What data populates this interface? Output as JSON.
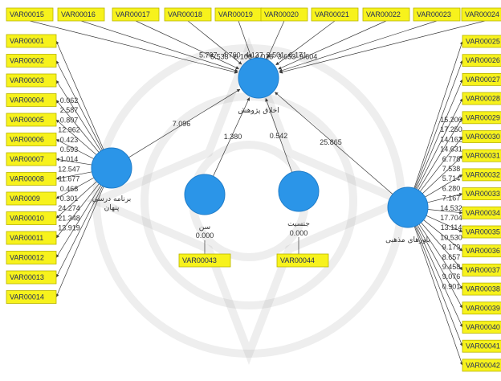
{
  "colors": {
    "indicator_fill": "#f7f21c",
    "latent_fill": "#2b95e8",
    "edge": "#3a3a3a"
  },
  "latent_variables": {
    "ethics": {
      "name": "اخلاق پژوهش"
    },
    "curriculum": {
      "name": "برنامه درسی\nپنهان"
    },
    "age": {
      "name": "سن",
      "r2": "0.000"
    },
    "gender": {
      "name": "جنسیت",
      "r2": "0.000"
    },
    "religion": {
      "name": "باورهای مذهبی"
    }
  },
  "top_indicators": [
    {
      "name": "VAR00015",
      "coef": "5.797"
    },
    {
      "name": "VAR00016",
      "coef": "5.533"
    },
    {
      "name": "VAR00017",
      "coef": "4.760"
    },
    {
      "name": "VAR00018",
      "coef": "6.106"
    },
    {
      "name": "VAR00019",
      "coef": "4.137"
    },
    {
      "name": "VAR00020",
      "coef": "4.028"
    },
    {
      "name": "VAR00021",
      "coef": "3.501"
    },
    {
      "name": "VAR00022",
      "coef": "3.653"
    },
    {
      "name": "VAR00023",
      "coef": "6.171"
    },
    {
      "name": "VAR00024",
      "coef": "9.604"
    }
  ],
  "left_indicators": [
    {
      "name": "VAR00001",
      "coef": "0.062"
    },
    {
      "name": "VAR00002",
      "coef": "2.587"
    },
    {
      "name": "VAR00003",
      "coef": "0.807"
    },
    {
      "name": "VAR00004",
      "coef": "12.962"
    },
    {
      "name": "VAR00005",
      "coef": "0.423"
    },
    {
      "name": "VAR00006",
      "coef": "0.593"
    },
    {
      "name": "VAR00007",
      "coef": "1.014"
    },
    {
      "name": "VAR00008",
      "coef": "12.547"
    },
    {
      "name": "VAR0009",
      "coef": "11.677"
    },
    {
      "name": "VAR00010",
      "coef": "0.468"
    },
    {
      "name": "VAR00011",
      "coef": "0.301"
    },
    {
      "name": "VAR00012",
      "coef": "24.274"
    },
    {
      "name": "VAR00013",
      "coef": "21.348"
    },
    {
      "name": "VAR00014",
      "coef": "13.919"
    }
  ],
  "right_indicators": [
    {
      "name": "VAR00025",
      "coef": "15.200"
    },
    {
      "name": "VAR00026",
      "coef": "17.250"
    },
    {
      "name": "VAR00027",
      "coef": "14.162"
    },
    {
      "name": "VAR00028",
      "coef": "14.631"
    },
    {
      "name": "VAR00029",
      "coef": "6.778"
    },
    {
      "name": "VAR00030",
      "coef": "7.538"
    },
    {
      "name": "VAR00031",
      "coef": "5.714"
    },
    {
      "name": "VAR00032",
      "coef": "6.280"
    },
    {
      "name": "VAR00033",
      "coef": "7.167"
    },
    {
      "name": "VAR00034",
      "coef": "14.532"
    },
    {
      "name": "VAR00035",
      "coef": "17.704"
    },
    {
      "name": "VAR00036",
      "coef": "13.114"
    },
    {
      "name": "VAR00037",
      "coef": "10.530"
    },
    {
      "name": "VAR00038",
      "coef": "9.179"
    },
    {
      "name": "VAR00039",
      "coef": "8.657"
    },
    {
      "name": "VAR00040",
      "coef": "9.458"
    },
    {
      "name": "VAR00041",
      "coef": "9.076"
    },
    {
      "name": "VAR00042",
      "coef": "0.901"
    }
  ],
  "single_indicators": [
    {
      "name": "VAR00043"
    },
    {
      "name": "VAR00044"
    }
  ],
  "paths": [
    {
      "from": "curriculum",
      "to": "ethics",
      "coef": "7.096"
    },
    {
      "from": "age",
      "to": "ethics",
      "coef": "1.380"
    },
    {
      "from": "gender",
      "to": "ethics",
      "coef": "0.542"
    },
    {
      "from": "religion",
      "to": "ethics",
      "coef": "25.865"
    }
  ]
}
